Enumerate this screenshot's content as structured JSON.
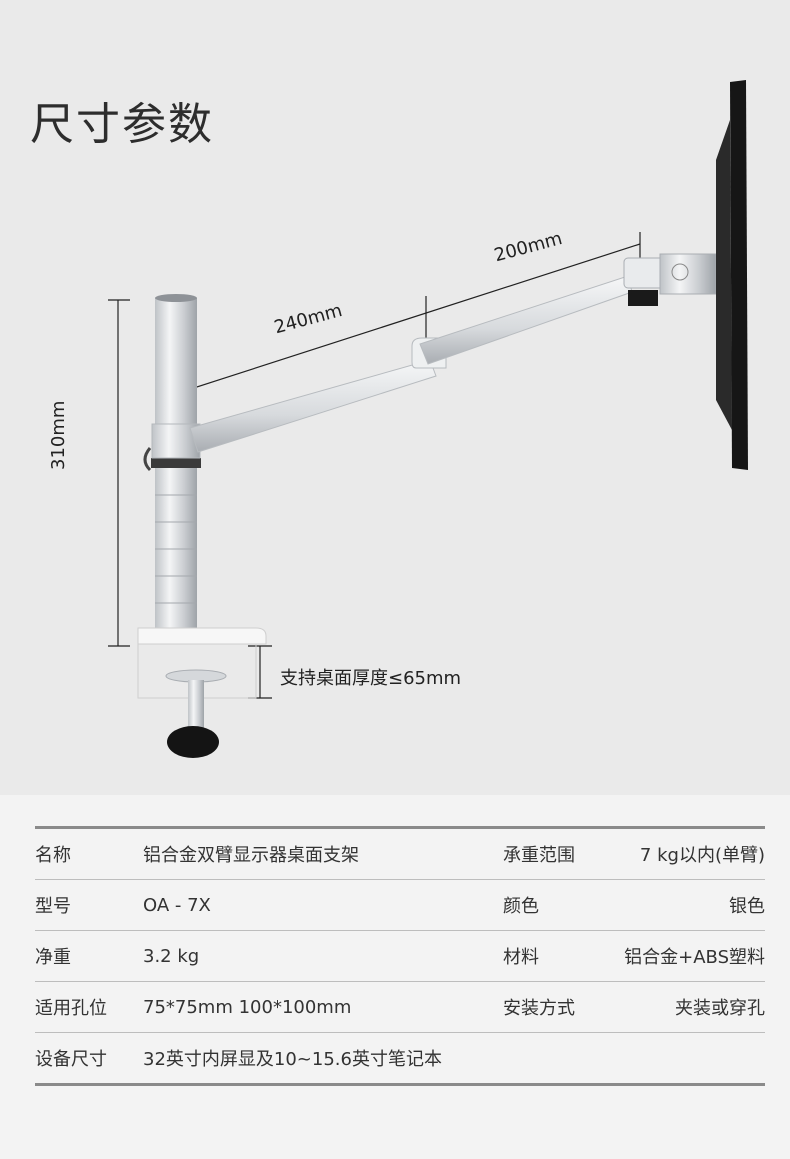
{
  "title": "尺寸参数",
  "dimensions": {
    "pole_height": "310mm",
    "arm1_length": "240mm",
    "arm2_length": "200mm",
    "desk_thickness": "支持桌面厚度≤65mm"
  },
  "specs": [
    {
      "label": "名称",
      "value": "铝合金双臂显示器桌面支架",
      "label2": "承重范围",
      "value2": "7 kg以内(单臂)"
    },
    {
      "label": "型号",
      "value": "OA - 7X",
      "label2": "颜色",
      "value2": "银色"
    },
    {
      "label": "净重",
      "value": "3.2 kg",
      "label2": "材料",
      "value2": "铝合金+ABS塑料"
    },
    {
      "label": "适用孔位",
      "value": "75*75mm  100*100mm",
      "label2": "安装方式",
      "value2": "夹装或穿孔"
    },
    {
      "label": "设备尺寸",
      "value": "32英寸内屏显及10~15.6英寸笔记本",
      "label2": "",
      "value2": ""
    }
  ]
}
